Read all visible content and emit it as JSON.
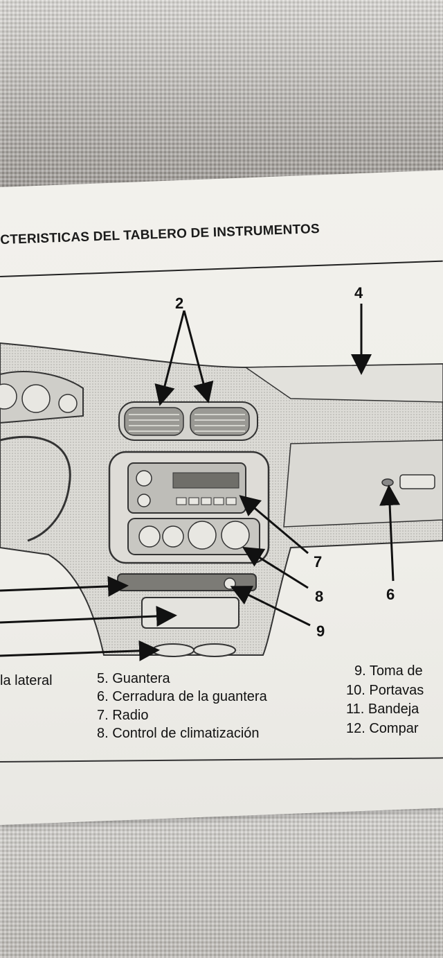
{
  "page": {
    "heading": "CTERISTICAS DEL TABLERO DE INSTRUMENTOS"
  },
  "callouts": [
    "2",
    "4",
    "7",
    "8",
    "6",
    "9"
  ],
  "legend": [
    {
      "id": "legend-item-fragment",
      "text": "la lateral"
    },
    {
      "id": "legend-item-5",
      "text": "5. Guantera"
    },
    {
      "id": "legend-item-6",
      "text": "6. Cerradura de la guantera"
    },
    {
      "id": "legend-item-7",
      "text": "7. Radio"
    },
    {
      "id": "legend-item-8",
      "text": "8. Control de climatización"
    },
    {
      "id": "legend-item-9",
      "text": "9. Toma de"
    },
    {
      "id": "legend-item-10",
      "text": "10. Portavas"
    },
    {
      "id": "legend-item-11",
      "text": "11. Bandeja"
    },
    {
      "id": "legend-item-12",
      "text": "12. Compar"
    }
  ]
}
